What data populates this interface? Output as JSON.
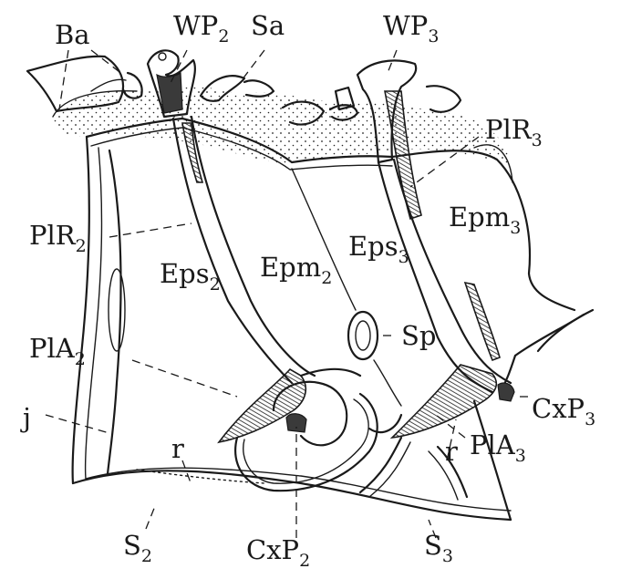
{
  "labels": {
    "Ba": {
      "main": "Ba",
      "sub": ""
    },
    "WP2": {
      "main": "WP",
      "sub": "2"
    },
    "Sa": {
      "main": "Sa",
      "sub": ""
    },
    "WP3": {
      "main": "WP",
      "sub": "3"
    },
    "PlR3": {
      "main": "PlR",
      "sub": "3"
    },
    "Epm3": {
      "main": "Epm",
      "sub": "3"
    },
    "PlR2": {
      "main": "PlR",
      "sub": "2"
    },
    "Eps3": {
      "main": "Eps",
      "sub": "3"
    },
    "Epm2": {
      "main": "Epm",
      "sub": "2"
    },
    "Eps2": {
      "main": "Eps",
      "sub": "2"
    },
    "PlA2": {
      "main": "PlA",
      "sub": "2"
    },
    "Sp": {
      "main": "Sp",
      "sub": ""
    },
    "j": {
      "main": "j",
      "sub": ""
    },
    "CxP3": {
      "main": "CxP",
      "sub": "3"
    },
    "r_left": {
      "main": "r",
      "sub": ""
    },
    "r_right": {
      "main": "r",
      "sub": ""
    },
    "PlA3": {
      "main": "PlA",
      "sub": "3"
    },
    "S2": {
      "main": "S",
      "sub": "2"
    },
    "CxP2": {
      "main": "CxP",
      "sub": "2"
    },
    "S3": {
      "main": "S",
      "sub": "3"
    }
  }
}
